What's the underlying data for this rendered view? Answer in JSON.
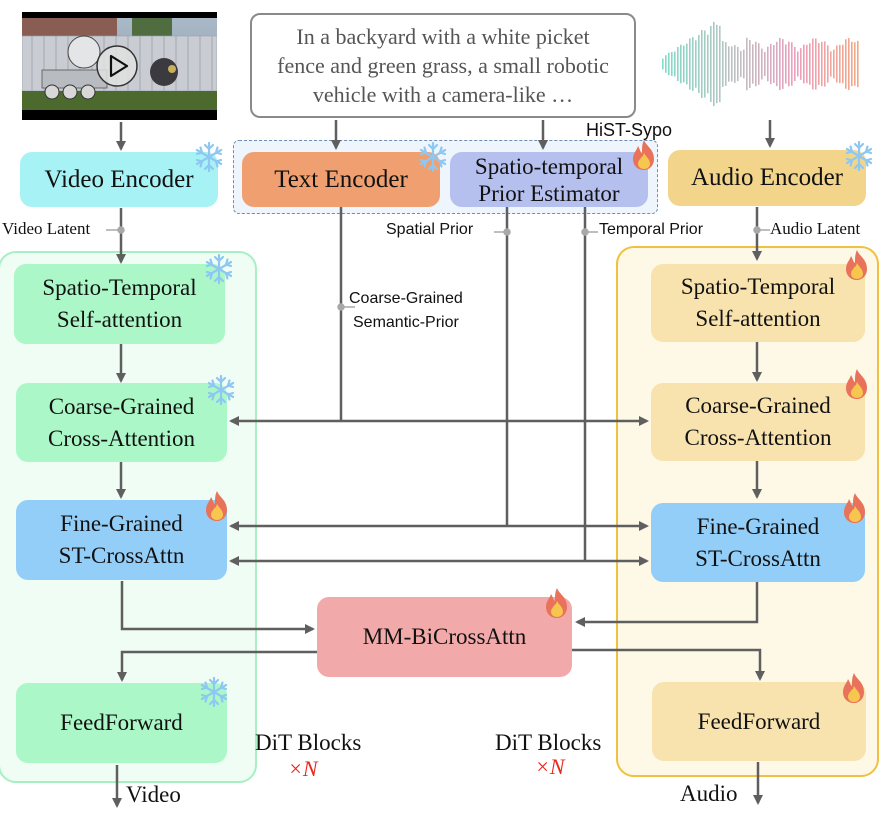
{
  "inputs": {
    "video_thumbnail": {
      "icon": "video-play-icon"
    },
    "prompt_text": "In a backyard with a white picket fence and green grass, a small robotic vehicle with a camera-like …",
    "audio_waveform": {
      "icon": "audio-waveform-icon",
      "gradient": [
        "#7fdcc8",
        "#b7c4c2",
        "#e9a0bf",
        "#f2a886"
      ]
    }
  },
  "encoders": {
    "video": "Video Encoder",
    "text": "Text Encoder",
    "st_prior": "Spatio-temporal Prior Estimator",
    "st_prior_lines": [
      "Spatio-temporal",
      "Prior Estimator"
    ],
    "audio": "Audio Encoder",
    "hist_sypo_label": "HiST-Sypo"
  },
  "edge_labels": {
    "video_latent": "Video Latent",
    "audio_latent": "Audio Latent",
    "spatial_prior": "Spatial Prior",
    "temporal_prior": "Temporal Prior",
    "coarse_prior_lines": [
      "Coarse-Grained",
      "Semantic-Prior"
    ]
  },
  "video_branch": {
    "st_self_attn": [
      "Spatio-Temporal",
      "Self-attention"
    ],
    "coarse_cross": [
      "Coarse-Grained",
      "Cross-Attention"
    ],
    "fine_cross": [
      "Fine-Grained",
      "ST-CrossAttn"
    ],
    "feedforward": "FeedForward",
    "output": "Video",
    "dit_label": "DiT Blocks",
    "repeat": "×N"
  },
  "audio_branch": {
    "st_self_attn": [
      "Spatio-Temporal",
      "Self-attention"
    ],
    "coarse_cross": [
      "Coarse-Grained",
      "Cross-Attention"
    ],
    "fine_cross": [
      "Fine-Grained",
      "ST-CrossAttn"
    ],
    "feedforward": "FeedForward",
    "output": "Audio",
    "dit_label": "DiT Blocks",
    "repeat": "×N"
  },
  "fusion": {
    "mm_bicross": "MM-BiCrossAttn"
  },
  "legend_states": {
    "frozen_icon": "snowflake-icon",
    "trainable_icon": "fire-icon"
  },
  "colors": {
    "video_encoder": "#a6f2f5",
    "text_encoder": "#f0a070",
    "st_prior": "#b6c0ee",
    "audio_encoder": "#f2d58a",
    "video_block": "#abf7c7",
    "video_container_bg": "#effdf5",
    "video_container_border": "#a8f0c4",
    "audio_block": "#f8e3af",
    "audio_container_bg": "#fef9e7",
    "audio_container_border": "#f2c040",
    "fine_block": "#93cef8",
    "mm_block": "#f2a9a9",
    "arrow": "#5f5f5f",
    "repeat_text": "#e8271c"
  }
}
